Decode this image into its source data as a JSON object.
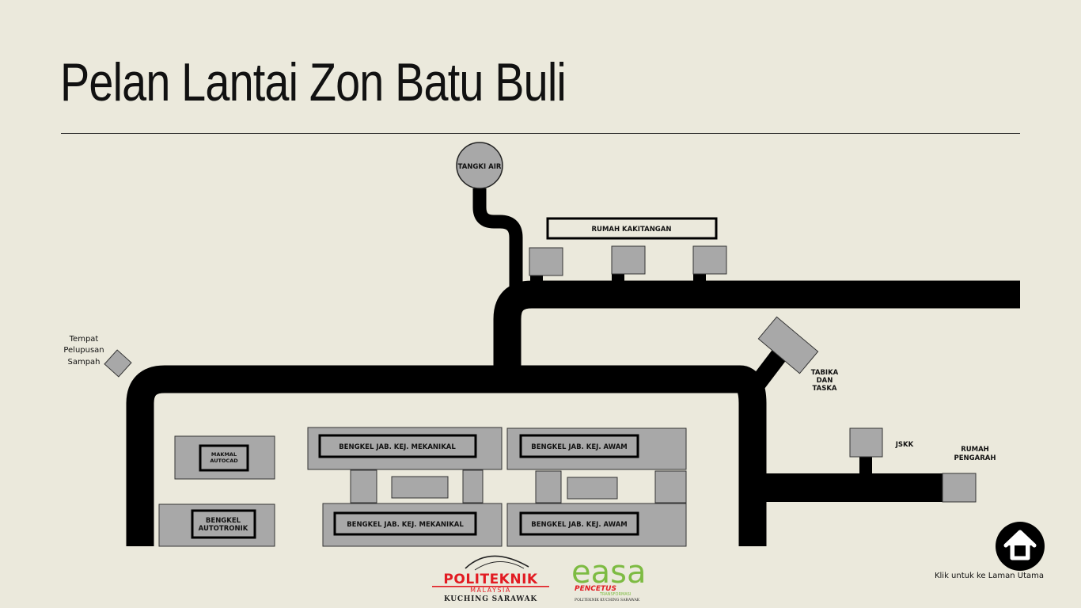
{
  "page": {
    "title": "Pelan Lantai Zon Batu Buli"
  },
  "colors": {
    "background": "#ebe9dc",
    "road": "#000000",
    "building": "#a8a8a8",
    "poli_red": "#e21b22",
    "easa_green": "#7dbb42"
  },
  "map": {
    "tangki_air": "TANGKI AIR",
    "rumah_kakitangan": "RUMAH KAKITANGAN",
    "tempat_sampah": [
      "Tempat",
      "Pelupusan",
      "Sampah"
    ],
    "tabika": [
      "TABIKA",
      "DAN",
      "TASKA"
    ],
    "jskk": "JSKK",
    "rumah_pengarah": [
      "RUMAH",
      "PENGARAH"
    ],
    "makmal_autocad": [
      "MAKMAL",
      "AUTOCAD"
    ],
    "bengkel_autotronik": [
      "BENGKEL",
      "AUTOTRONIK"
    ],
    "bengkel_mekanikal_top": "BENGKEL JAB. KEJ. MEKANIKAL",
    "bengkel_mekanikal_bottom": "BENGKEL JAB. KEJ. MEKANIKAL",
    "bengkel_awam_top": "BENGKEL JAB. KEJ. AWAM",
    "bengkel_awam_bottom": "BENGKEL JAB. KEJ. AWAM"
  },
  "navigation": {
    "home_icon": "home-icon",
    "home_caption": "Klik untuk ke Laman Utama"
  },
  "logos": {
    "politeknik": {
      "name": "POLITEKNIK",
      "sub": "MALAYSIA",
      "location": "KUCHING SARAWAK"
    },
    "easa": {
      "name": "easa",
      "sub": "PENCETUS",
      "tag": "TRANSFORMASI",
      "footer": "POLITEKNIK KUCHING SARAWAK"
    }
  }
}
